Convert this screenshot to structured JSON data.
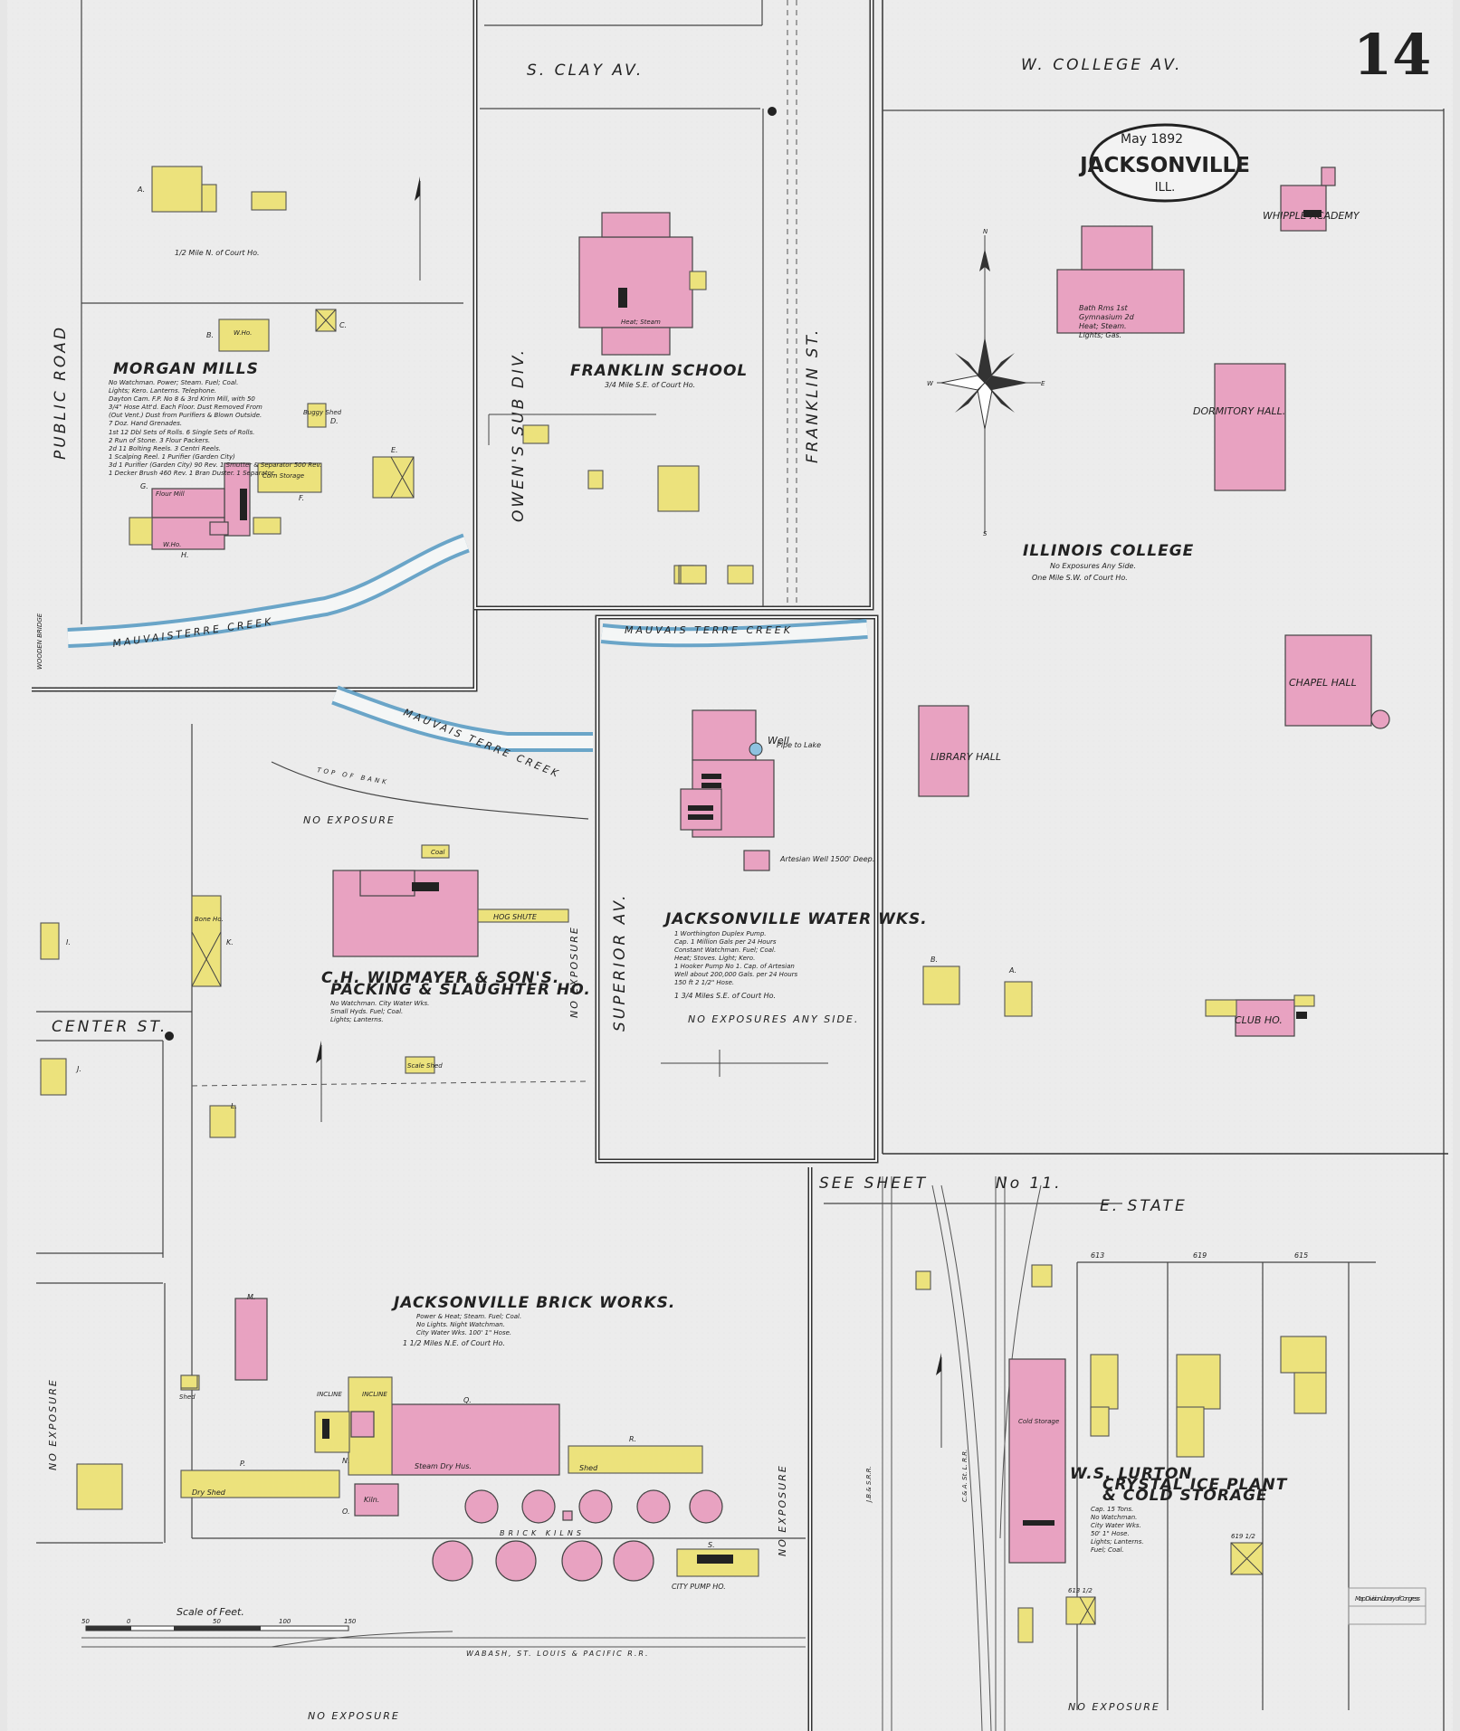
{
  "sheet": {
    "number": "14",
    "place": "JACKSONVILLE",
    "state": "ILL.",
    "date": "May 1892"
  },
  "streets": {
    "s_clay": "S. CLAY AV.",
    "w_college": "W. COLLEGE AV.",
    "public_road": "PUBLIC ROAD",
    "owens_sub_div": "OWEN'S SUB DIV.",
    "franklin": "FRANKLIN ST.",
    "superior": "SUPERIOR AV.",
    "center": "CENTER ST.",
    "e_state": "E. STATE",
    "see_sheet": "SEE SHEET",
    "sheet_ref": "No 11."
  },
  "water": {
    "creek_1": "MAUVAISTERRE CREEK",
    "creek_2": "MAUVAIS TERRE CREEK",
    "creek_3": "MAUVAIS TERRE CREEK",
    "top_of_bank": "TOP OF BANK"
  },
  "buildings": {
    "morgan_mills": {
      "name": "MORGAN MILLS",
      "lines": [
        "No Watchman. Power; Steam. Fuel; Coal.",
        "Lights; Kero. Lanterns. Telephone.",
        "Dayton Cam. F.P. No 8 & 3rd Krim Mill, with 50",
        "3/4\" Hose Att'd. Each Floor. Dust Removed From",
        "(Out Vent.) Dust from Purifiers & Blown Outside.",
        "7 Doz. Hand Grenades."
      ],
      "inventory": [
        "1st 12 Dbl Sets of Rolls. 6 Single Sets of Rolls.",
        "2 Run of Stone. 3 Flour Packers.",
        "2d 11 Bolting Reels. 3 Centri Reels.",
        "1 Scalping Reel. 1 Purifier (Garden City)",
        "3d 1 Purifier (Garden City) 90 Rev. 1 Smutter & Separator 500 Rev.",
        "1 Decker Brush 460 Rev. 1 Bran Duster. 1 Separator."
      ],
      "flour_mill": "Flour Mill",
      "wh": "W.Ho.",
      "corn": "Corn Storage",
      "buggy": "Buggy Shed"
    },
    "franklin_school": {
      "name": "FRANKLIN SCHOOL",
      "sub": "3/4 Mile S.E. of Court Ho.",
      "heat": "Heat; Steam"
    },
    "illinois_college": {
      "name": "ILLINOIS COLLEGE",
      "sub1": "No Exposures Any Side.",
      "sub2": "One Mile S.W. of Court Ho."
    },
    "whipple_academy": "WHIPPLE ACADEMY",
    "gymnasium": {
      "line1": "Bath Rms 1st",
      "line2": "Gymnasium 2d",
      "line3": "Heat; Steam.",
      "line4": "Lights; Gas."
    },
    "dormitory_hall": "DORMITORY HALL.",
    "chapel_hall": "CHAPEL HALL",
    "library_hall": "LIBRARY HALL",
    "club_ho": "CLUB HO.",
    "water_works": {
      "name": "JACKSONVILLE WATER WKS.",
      "lines": [
        "1 Worthington Duplex Pump.",
        "Cap. 1 Million Gals per 24 Hours",
        "Constant Watchman. Fuel; Coal.",
        "Heat; Stoves. Light; Kero.",
        "1 Hooker Pump No 1. Cap. of Artesian",
        "Well about 200,000 Gals. per 24 Hours",
        "150 ft 2 1/2\" Hose."
      ],
      "distance": "1 3/4 Miles S.E. of Court Ho.",
      "exposures": "NO EXPOSURES ANY SIDE.",
      "well": "Well",
      "pipe": "Pipe to Lake",
      "artesian": "Artesian Well 1500' Deep."
    },
    "widmayer": {
      "name": "C.H. WIDMAYER & SON'S.",
      "name2": "PACKING & SLAUGHTER HO.",
      "lines": [
        "No Watchman. City Water Wks.",
        "Small Hyds. Fuel; Coal.",
        "Lights; Lanterns."
      ],
      "hog_shute": "HOG SHUTE",
      "coal": "Coal",
      "bone": "Bone Ho."
    },
    "brick_works": {
      "name": "JACKSONVILLE BRICK WORKS.",
      "lines": [
        "Power & Heat; Steam. Fuel; Coal.",
        "No Lights. Night Watchman.",
        "City Water Wks. 100' 1\" Hose.",
        "1 1/2 Miles N.E. of Court Ho."
      ],
      "steam_dry": "Steam Dry Hus.",
      "kilns": "BRICK KILNS",
      "kiln": "Kiln.",
      "dry_shed": "Dry Shed",
      "shed": "Shed",
      "pump_ho": "CITY PUMP HO.",
      "incline": "INCLINE"
    },
    "lurton": {
      "name": "W.S. LURTON",
      "name2": "CRYSTAL ICE PLANT",
      "name3": "& COLD STORAGE",
      "lines": [
        "Cap. 15 Tons.",
        "No Watchman.",
        "City Water Wks.",
        "50' 1\" Hose.",
        "Lights; Lanterns.",
        "Fuel; Coal."
      ],
      "cold": "Cold Storage"
    }
  },
  "notes": {
    "court_ho_n": "1/2 Mile N. of Court Ho.",
    "no_exposure": "NO EXPOSURE",
    "railroad": "WABASH, ST. LOUIS & PACIFIC R.R.",
    "jbsl": "J.B.& S.R.R.",
    "ca_stl": "C.& A. St. L. R.R.",
    "scale": "Scale of Feet.",
    "scale_ticks": [
      "50",
      "0",
      "50",
      "100",
      "150"
    ],
    "wooden_bridge": "WOODEN BRIDGE",
    "scale_shed": "Scale Shed",
    "compass_n": "N",
    "compass_e": "E",
    "compass_s": "S",
    "compass_w": "W"
  },
  "addresses": [
    "613",
    "619",
    "615",
    "613 1/2",
    "619 1/2"
  ],
  "letters": [
    "A.",
    "B.",
    "C.",
    "D.",
    "E.",
    "F.",
    "G.",
    "H.",
    "I.",
    "J.",
    "K.",
    "L.",
    "M.",
    "N.",
    "O.",
    "P.",
    "Q.",
    "R.",
    "S."
  ],
  "stamp": "Map Division Library of Congress"
}
